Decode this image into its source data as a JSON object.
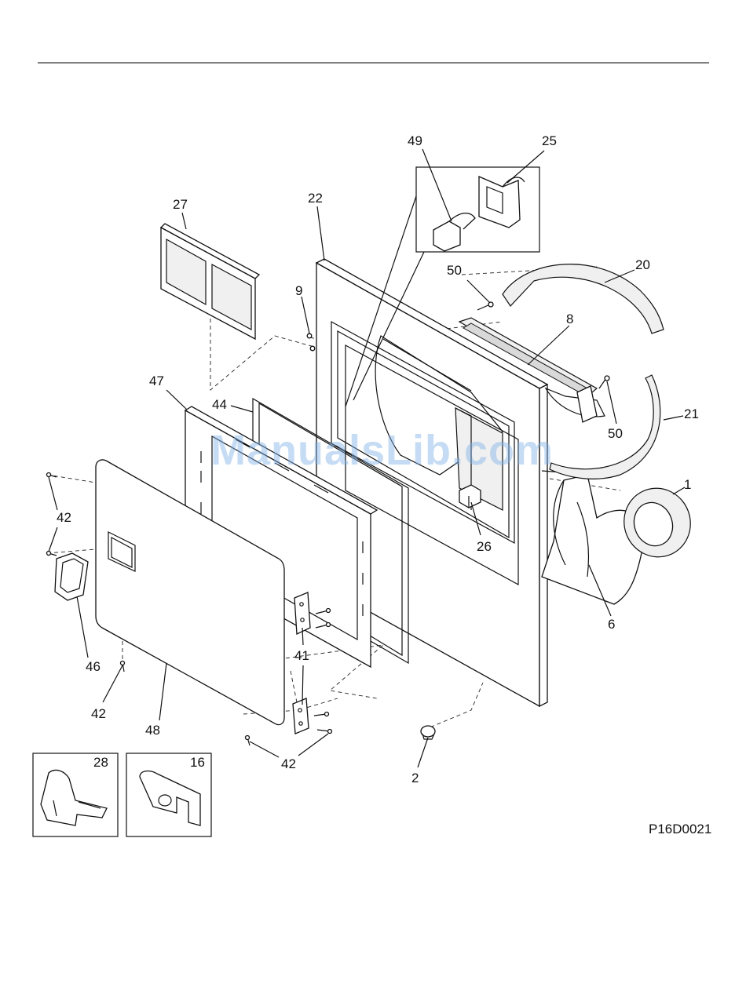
{
  "diagram": {
    "drawing_code": "P16D0021",
    "watermark": "ManualsLib.com",
    "callouts": [
      {
        "id": "c-49",
        "text": "49"
      },
      {
        "id": "c-25",
        "text": "25"
      },
      {
        "id": "c-22",
        "text": "22"
      },
      {
        "id": "c-27",
        "text": "27"
      },
      {
        "id": "c-20",
        "text": "20"
      },
      {
        "id": "c-50a",
        "text": "50"
      },
      {
        "id": "c-9",
        "text": "9"
      },
      {
        "id": "c-8",
        "text": "8"
      },
      {
        "id": "c-47",
        "text": "47"
      },
      {
        "id": "c-44",
        "text": "44"
      },
      {
        "id": "c-21",
        "text": "21"
      },
      {
        "id": "c-50b",
        "text": "50"
      },
      {
        "id": "c-1",
        "text": "1"
      },
      {
        "id": "c-42a",
        "text": "42"
      },
      {
        "id": "c-26",
        "text": "26"
      },
      {
        "id": "c-6",
        "text": "6"
      },
      {
        "id": "c-41",
        "text": "41"
      },
      {
        "id": "c-46",
        "text": "46"
      },
      {
        "id": "c-42b",
        "text": "42"
      },
      {
        "id": "c-48",
        "text": "48"
      },
      {
        "id": "c-42c",
        "text": "42"
      },
      {
        "id": "c-2",
        "text": "2"
      },
      {
        "id": "c-28",
        "text": "28"
      },
      {
        "id": "c-16",
        "text": "16"
      }
    ]
  }
}
